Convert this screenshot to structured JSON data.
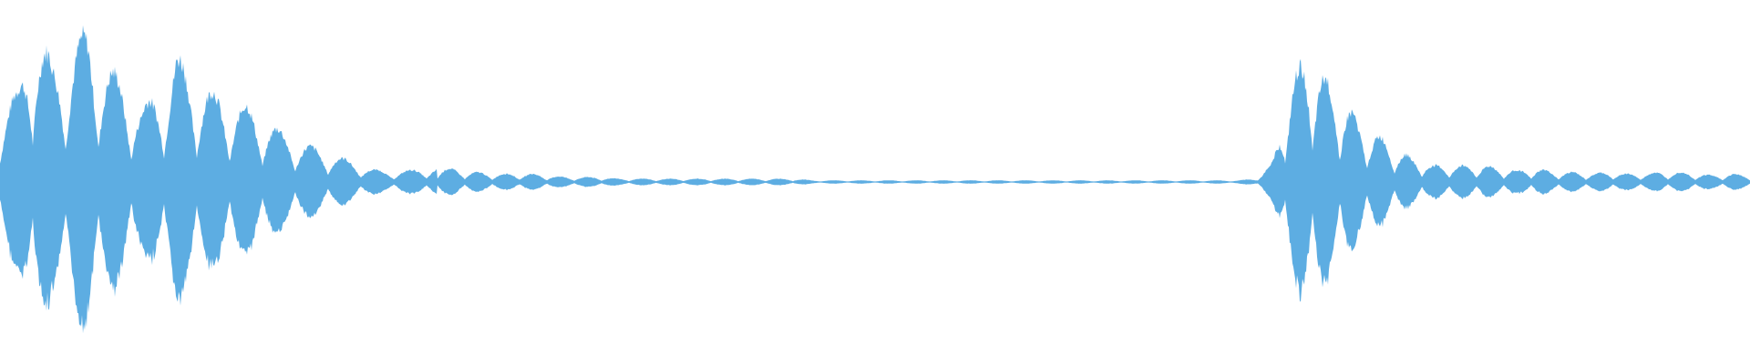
{
  "waveform": {
    "color": "#5dade2",
    "background": "#ffffff",
    "description_visible": "",
    "amplitude_envelope": [
      0.45,
      0.55,
      0.98,
      0.7,
      0.8,
      0.93,
      0.72,
      0.6,
      0.45,
      0.55,
      0.77,
      0.62,
      0.55,
      0.48,
      0.46,
      0.38,
      0.3,
      0.24,
      0.2,
      0.16,
      0.12,
      0.08,
      0.06,
      0.07,
      0.08,
      0.09,
      0.07,
      0.06,
      0.05,
      0.05,
      0.05,
      0.04,
      0.03,
      0.03,
      0.03,
      0.02,
      0.02,
      0.02,
      0.02,
      0.02,
      0.02,
      0.02,
      0.02,
      0.02,
      0.02,
      0.02,
      0.01,
      0.01,
      0.01,
      0.01,
      0.01,
      0.01,
      0.01,
      0.01,
      0.01,
      0.01,
      0.01,
      0.01,
      0.01,
      0.01,
      0.01,
      0.01,
      0.01,
      0.01,
      0.01,
      0.01,
      0.01,
      0.01,
      0.01,
      0.01,
      0.01,
      0.02,
      0.12,
      0.6,
      0.78,
      0.62,
      0.5,
      0.34,
      0.28,
      0.2,
      0.14,
      0.1,
      0.1,
      0.1,
      0.1,
      0.08,
      0.07,
      0.08,
      0.06,
      0.06,
      0.05,
      0.06,
      0.05,
      0.05,
      0.06,
      0.06,
      0.05,
      0.04,
      0.05,
      0.04
    ]
  }
}
